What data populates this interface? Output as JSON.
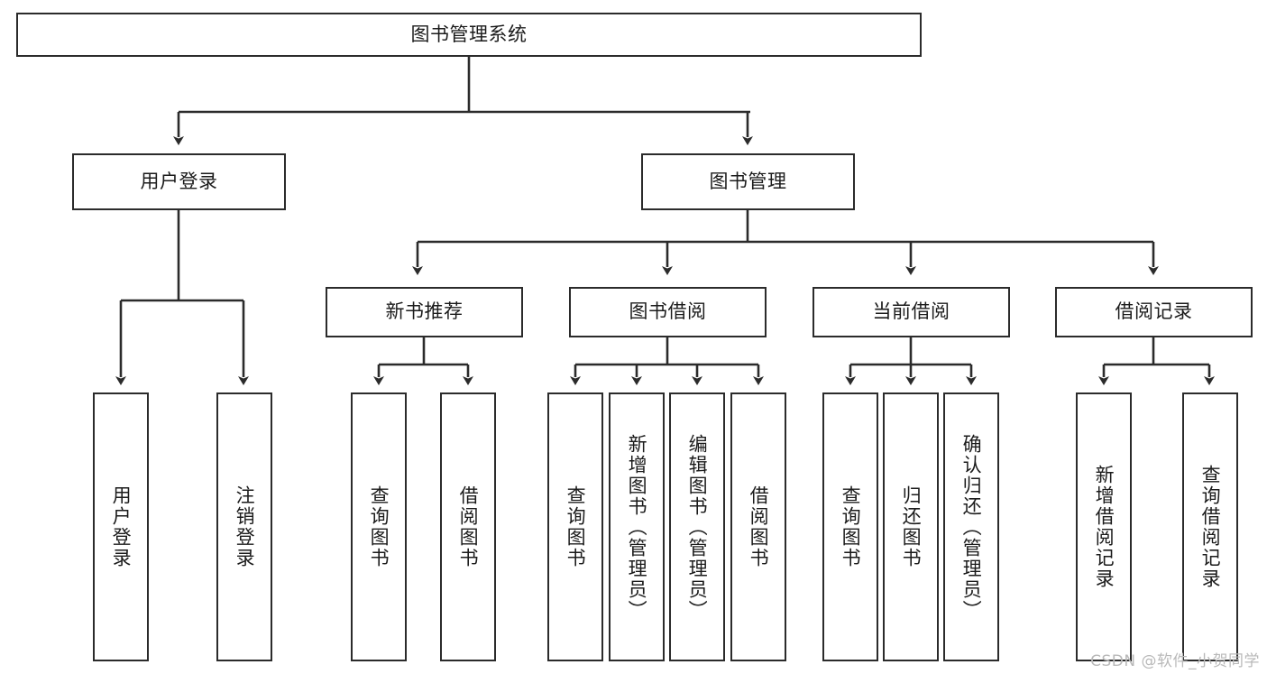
{
  "diagram": {
    "title_node": {
      "label": "图书管理系统"
    },
    "level2": [
      {
        "label": "用户登录"
      },
      {
        "label": "图书管理"
      }
    ],
    "level3": [
      {
        "label": "新书推荐"
      },
      {
        "label": "图书借阅"
      },
      {
        "label": "当前借阅"
      },
      {
        "label": "借阅记录"
      }
    ],
    "leaves": {
      "user_login": [
        {
          "label": "用户登录"
        },
        {
          "label": "注销登录"
        }
      ],
      "new_book_recommend": [
        {
          "label": "查询图书"
        },
        {
          "label": "借阅图书"
        }
      ],
      "book_borrow": [
        {
          "label": "查询图书"
        },
        {
          "label": "新增图书（管理员）"
        },
        {
          "label": "编辑图书（管理员）"
        },
        {
          "label": "借阅图书"
        }
      ],
      "current_borrow": [
        {
          "label": "查询图书"
        },
        {
          "label": "归还图书"
        },
        {
          "label": "确认归还（管理员）"
        }
      ],
      "borrow_record": [
        {
          "label": "新增借阅记录"
        },
        {
          "label": "查询借阅记录"
        }
      ]
    }
  },
  "watermark": {
    "text": "CSDN @软件_小贺同学"
  },
  "colors": {
    "stroke": "#2b2b2b",
    "box_fill": "#ffffff",
    "text": "#1b1b1b",
    "watermark": "#b9b9b9"
  }
}
